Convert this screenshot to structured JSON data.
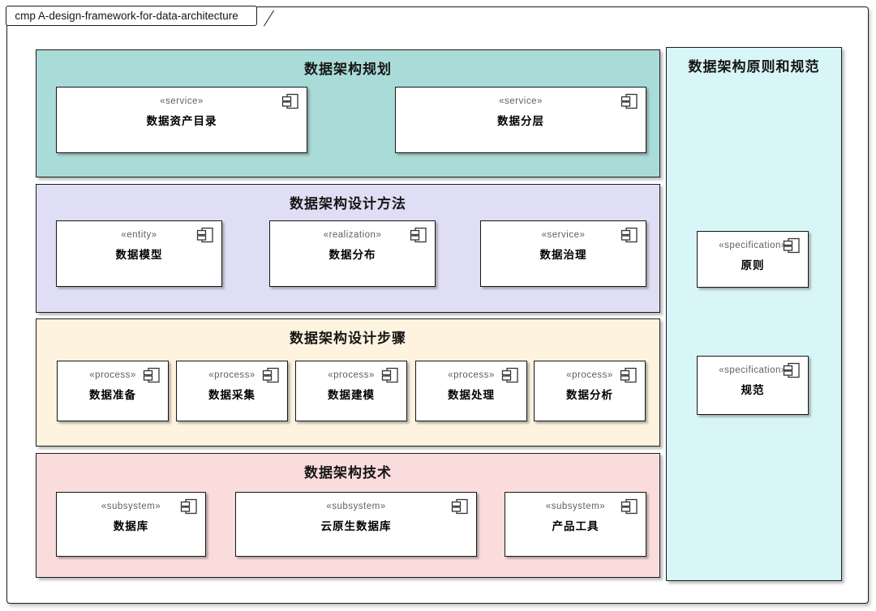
{
  "frame": {
    "tab_label": "cmp A-design-framework-for-data-architecture"
  },
  "bands": [
    {
      "title": "数据架构规划",
      "bg": "#a9dcd8",
      "components": [
        {
          "stereotype": "«service»",
          "name": "数据资产目录"
        },
        {
          "stereotype": "«service»",
          "name": "数据分层"
        }
      ]
    },
    {
      "title": "数据架构设计方法",
      "bg": "#e0def4",
      "components": [
        {
          "stereotype": "«entity»",
          "name": "数据模型"
        },
        {
          "stereotype": "«realization»",
          "name": "数据分布"
        },
        {
          "stereotype": "«service»",
          "name": "数据治理"
        }
      ]
    },
    {
      "title": "数据架构设计步骤",
      "bg": "#fdf3de",
      "components": [
        {
          "stereotype": "«process»",
          "name": "数据准备"
        },
        {
          "stereotype": "«process»",
          "name": "数据采集"
        },
        {
          "stereotype": "«process»",
          "name": "数据建模"
        },
        {
          "stereotype": "«process»",
          "name": "数据处理"
        },
        {
          "stereotype": "«process»",
          "name": "数据分析"
        }
      ]
    },
    {
      "title": "数据架构技术",
      "bg": "#fbdcdc",
      "components": [
        {
          "stereotype": "«subsystem»",
          "name": "数据库"
        },
        {
          "stereotype": "«subsystem»",
          "name": "云原生数据库"
        },
        {
          "stereotype": "«subsystem»",
          "name": "产品工具"
        }
      ]
    }
  ],
  "side_panel": {
    "title": "数据架构原则和规范",
    "bg": "#d8f6f7",
    "components": [
      {
        "stereotype": "«specification»",
        "name": "原则"
      },
      {
        "stereotype": "«specification»",
        "name": "规范"
      }
    ]
  },
  "icons": {
    "component_icon": "uml-component-glyph"
  }
}
